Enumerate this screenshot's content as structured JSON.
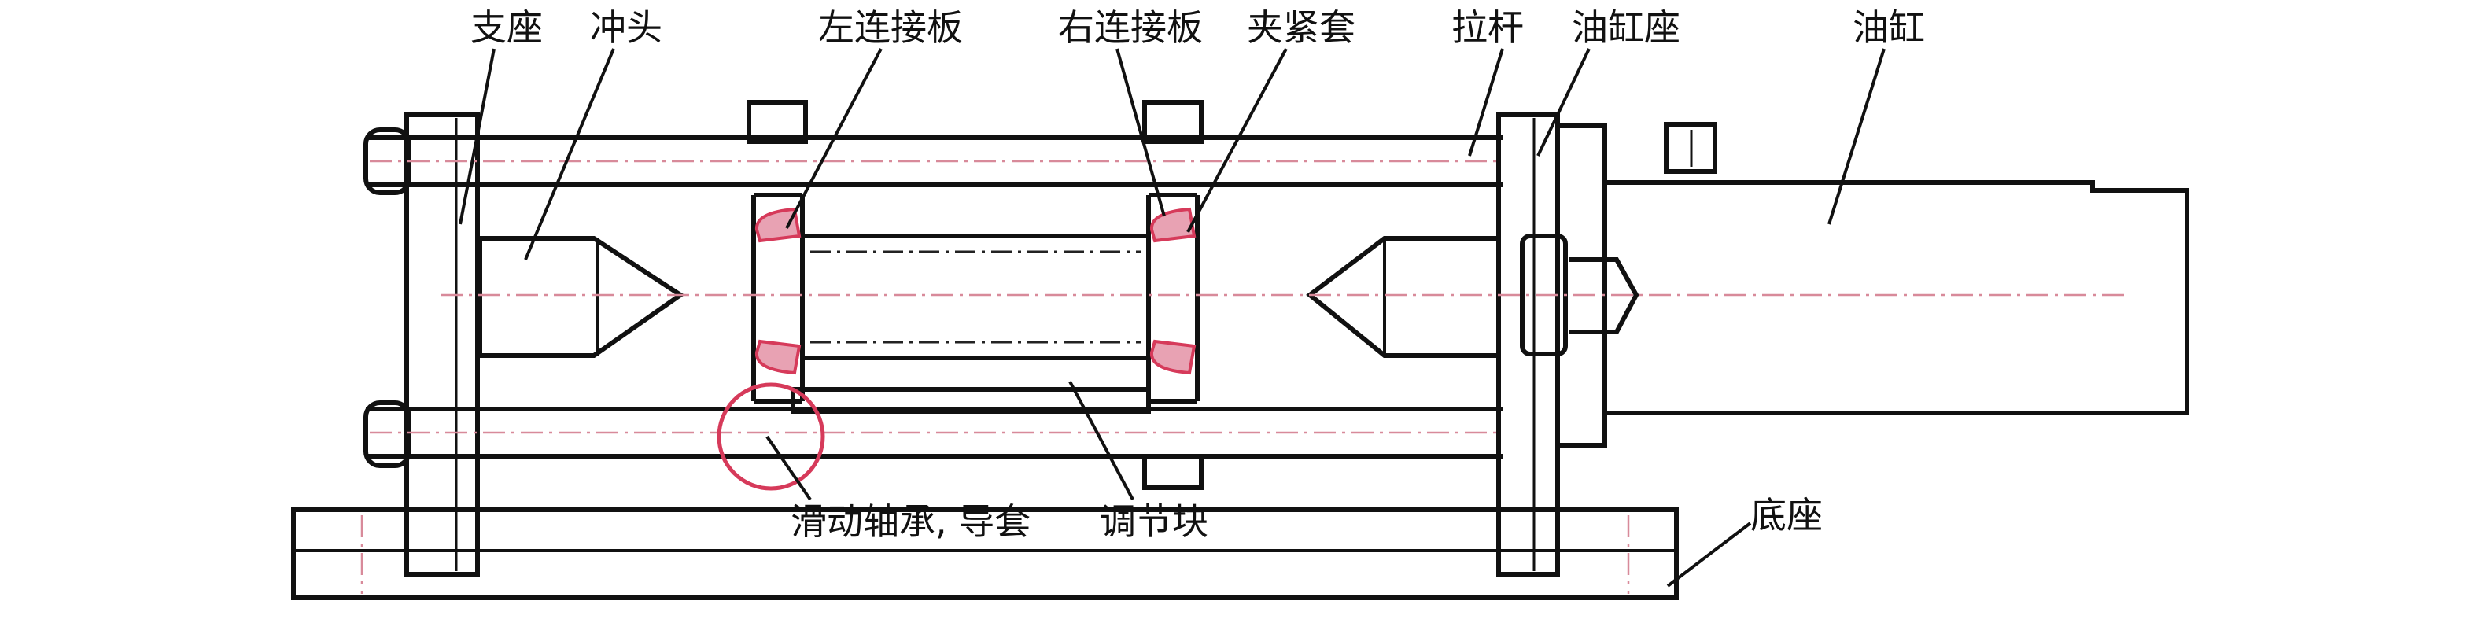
{
  "labels": {
    "support": "支座",
    "punch": "冲头",
    "left_plate": "左连接板",
    "right_plate": "右连接板",
    "clamp_sleeve": "夹紧套",
    "tie_rod": "拉杆",
    "cylinder_seat": "油缸座",
    "cylinder": "油缸",
    "bearing_guide": "滑动轴承, 导套",
    "adjust_block": "调节块",
    "base": "底座"
  },
  "colors": {
    "outline": "#111111",
    "centerline": "#d88a9a",
    "highlight": "#d63a5a"
  }
}
